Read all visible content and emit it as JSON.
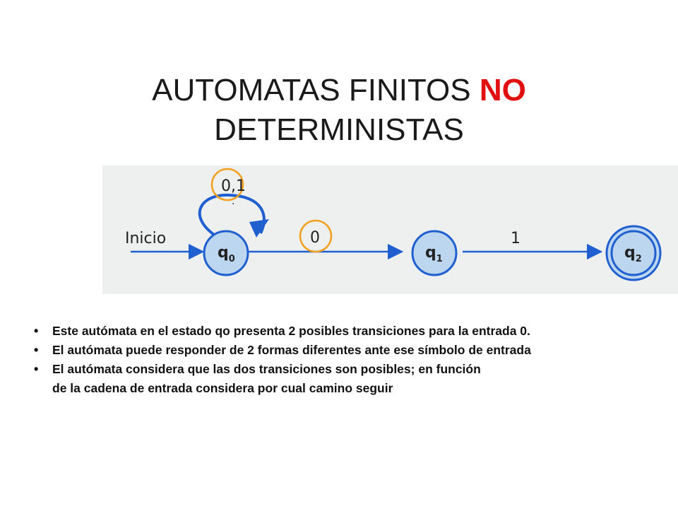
{
  "title": {
    "line1_prefix": "AUTOMATAS FINITOS ",
    "line1_highlight": "NO",
    "line2": "DETERMINISTAS",
    "highlight_color": "#e01010"
  },
  "diagram": {
    "background": "#eef0f0",
    "state_fill": "#bcd6f0",
    "stroke_color": "#1f5fd0",
    "highlight_ring_color": "#f2a020",
    "start_label": "Inicio",
    "states": [
      {
        "id": "q0",
        "base": "q",
        "sub": "0",
        "accepting": false
      },
      {
        "id": "q1",
        "base": "q",
        "sub": "1",
        "accepting": false
      },
      {
        "id": "q2",
        "base": "q",
        "sub": "2",
        "accepting": true
      }
    ],
    "transitions": [
      {
        "from": "q0",
        "to": "q0",
        "label": "0,1",
        "highlighted": true
      },
      {
        "from": "q0",
        "to": "q1",
        "label": "0",
        "highlighted": true
      },
      {
        "from": "q1",
        "to": "q2",
        "label": "1",
        "highlighted": false
      }
    ]
  },
  "bullets": [
    {
      "text": "Este autómata en el estado qo presenta  2 posibles transiciones para la entrada 0."
    },
    {
      "text": "El autómata puede responder de 2 formas diferentes ante ese símbolo de entrada"
    },
    {
      "line1": "El autómata considera que las dos transiciones son posibles; en función",
      "line2": "de la cadena de entrada considera por cual camino seguir"
    }
  ]
}
